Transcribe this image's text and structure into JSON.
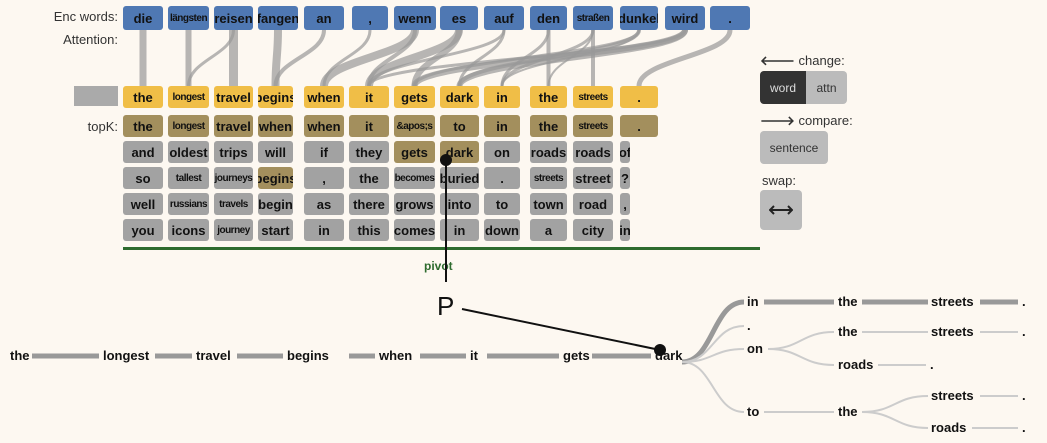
{
  "labels": {
    "enc_words": "Enc words:",
    "attention": "Attention:",
    "topk": "topK:",
    "pivot": "pivot",
    "pivot_marker": "P"
  },
  "enc_words": [
    "die",
    "längsten",
    "reisen",
    "fangen",
    "an",
    ",",
    "wenn",
    "es",
    "auf",
    "den",
    "straßen",
    "dunkel",
    "wird",
    "."
  ],
  "dec_words": [
    "the",
    "longest",
    "travel",
    "begins",
    "when",
    "it",
    "gets",
    "dark",
    "in",
    "the",
    "streets",
    "."
  ],
  "topk": [
    [
      "the",
      "and",
      "so",
      "well",
      "you"
    ],
    [
      "longest",
      "oldest",
      "tallest",
      "russians",
      "icons"
    ],
    [
      "travel",
      "trips",
      "journeys",
      "travels",
      "journey"
    ],
    [
      "when",
      "will",
      "begins",
      "begin",
      "start"
    ],
    [
      "when",
      "if",
      ",",
      "as",
      "in"
    ],
    [
      "it",
      "they",
      "the",
      "there",
      "this"
    ],
    [
      "&apos;s",
      "gets",
      "becomes",
      "grows",
      "comes"
    ],
    [
      "to",
      "dark",
      "buried",
      "into",
      "in"
    ],
    [
      "in",
      "on",
      ".",
      "to",
      "down"
    ],
    [
      "the",
      "roads",
      "streets",
      "town",
      "a"
    ],
    [
      "streets",
      "roads",
      "street",
      "road",
      "city"
    ],
    [
      ".",
      "of",
      "?",
      ",",
      "in"
    ]
  ],
  "controls": {
    "change_label": "change:",
    "word_btn": "word",
    "attn_btn": "attn",
    "compare_label": "compare:",
    "sentence_btn": "sentence",
    "swap_label": "swap:",
    "swap_icon": "swap-horizontal-icon"
  },
  "tree": {
    "main_path": [
      "the",
      "longest",
      "travel",
      "begins",
      "when",
      "it",
      "gets",
      "dark"
    ],
    "branches": [
      [
        "in",
        "the",
        "streets",
        "."
      ],
      [
        "."
      ],
      [
        "on",
        "the",
        "streets",
        "."
      ],
      [
        "on",
        "roads",
        "."
      ],
      [
        "to",
        "the",
        "streets",
        "."
      ],
      [
        "to",
        "the",
        "roads",
        "."
      ]
    ]
  },
  "colors": {
    "encoder": "#4f78b3",
    "decoder": "#f0be47",
    "topk_selected": "#a38f5d",
    "topk": "#a2a2a2",
    "pivot_line": "#2e6b2e",
    "background": "#fdf8f1"
  }
}
